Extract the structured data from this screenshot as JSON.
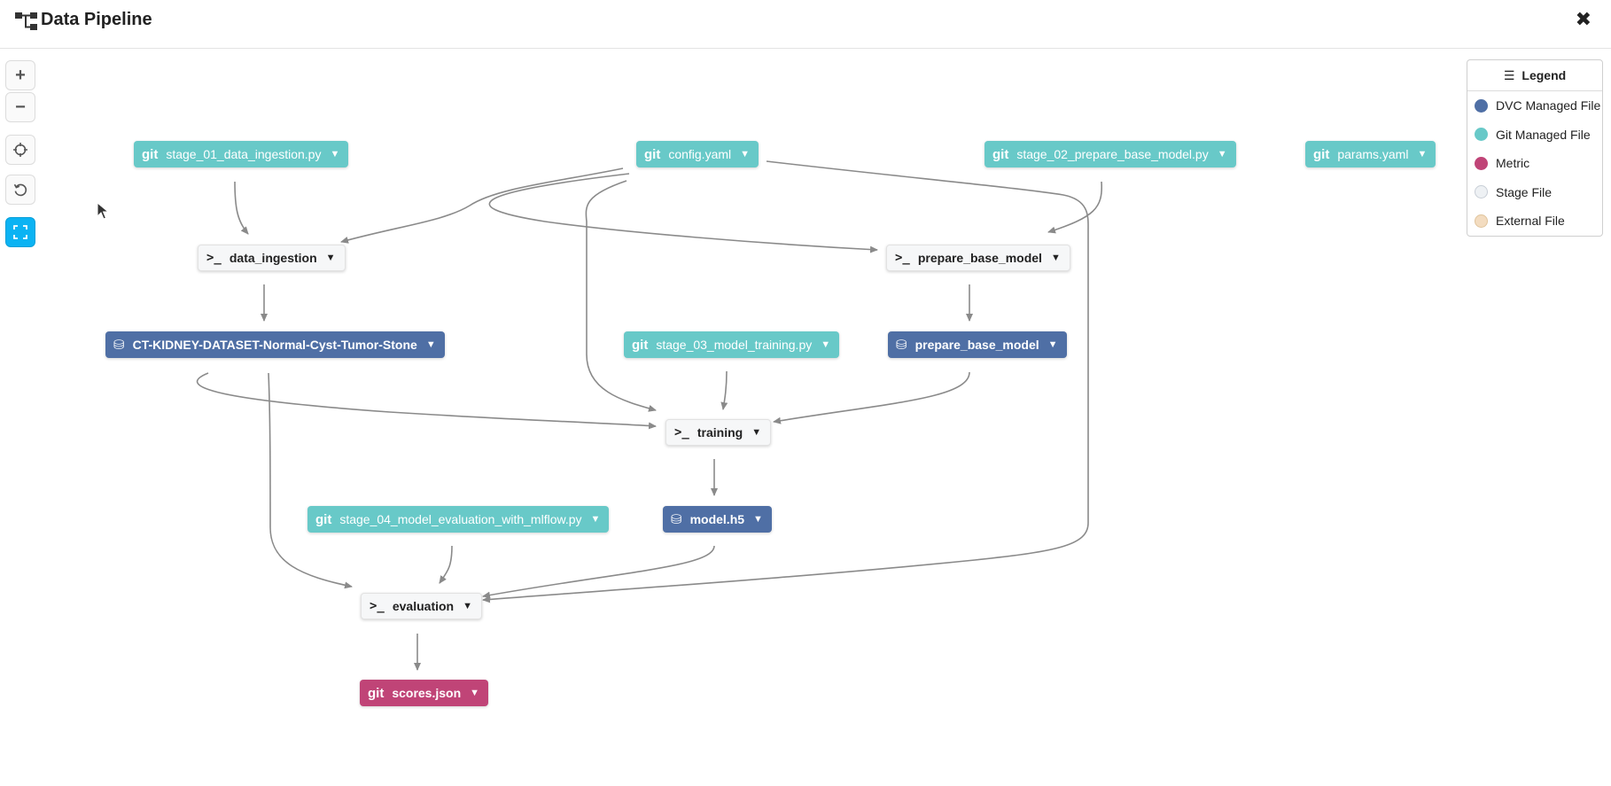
{
  "header": {
    "title": "Data Pipeline",
    "logo_icon": "pipeline-icon",
    "close_icon": "close-icon"
  },
  "toolbar": [
    {
      "name": "zoom-in-button",
      "icon": "plus-icon",
      "glyph": "+"
    },
    {
      "name": "zoom-out-button",
      "icon": "minus-icon",
      "glyph": "−"
    },
    {
      "name": "center-button",
      "icon": "crosshair-icon",
      "glyph": "⌖"
    },
    {
      "name": "reset-button",
      "icon": "rotate-icon",
      "glyph": "↺"
    },
    {
      "name": "fullscreen-button",
      "icon": "fullscreen-icon",
      "glyph": "⛶"
    }
  ],
  "colors": {
    "dvc": "#4f6fa5",
    "git": "#68c9c8",
    "metric": "#c04477",
    "stage": "#f6f7f8",
    "external": "#f3dcc0",
    "accent": "#0bb3f3",
    "edge": "#8a8a8a"
  },
  "nodes": {
    "stage_01": {
      "prefix": "git",
      "label": "stage_01_data_ingestion.py"
    },
    "config": {
      "prefix": "git",
      "label": "config.yaml"
    },
    "stage_02": {
      "prefix": "git",
      "label": "stage_02_prepare_base_model.py"
    },
    "params": {
      "prefix": "git",
      "label": "params.yaml"
    },
    "data_ingestion": {
      "label": "data_ingestion"
    },
    "prepare_base_model_stage": {
      "label": "prepare_base_model"
    },
    "dataset": {
      "label": "CT-KIDNEY-DATASET-Normal-Cyst-Tumor-Stone"
    },
    "stage_03": {
      "prefix": "git",
      "label": "stage_03_model_training.py"
    },
    "prepare_base_model_out": {
      "label": "prepare_base_model"
    },
    "training": {
      "label": "training"
    },
    "stage_04": {
      "prefix": "git",
      "label": "stage_04_model_evaluation_with_mlflow.py"
    },
    "model": {
      "label": "model.h5"
    },
    "evaluation": {
      "label": "evaluation"
    },
    "scores": {
      "prefix": "git",
      "label": "scores.json"
    }
  },
  "legend": {
    "title": "Legend",
    "items": [
      {
        "label": "DVC Managed File",
        "color": "#4f6fa5"
      },
      {
        "label": "Git Managed File",
        "color": "#68c9c8"
      },
      {
        "label": "Metric",
        "color": "#c04477"
      },
      {
        "label": "Stage File",
        "color": "#eef1f4"
      },
      {
        "label": "External File",
        "color": "#f3dcc0"
      }
    ]
  }
}
